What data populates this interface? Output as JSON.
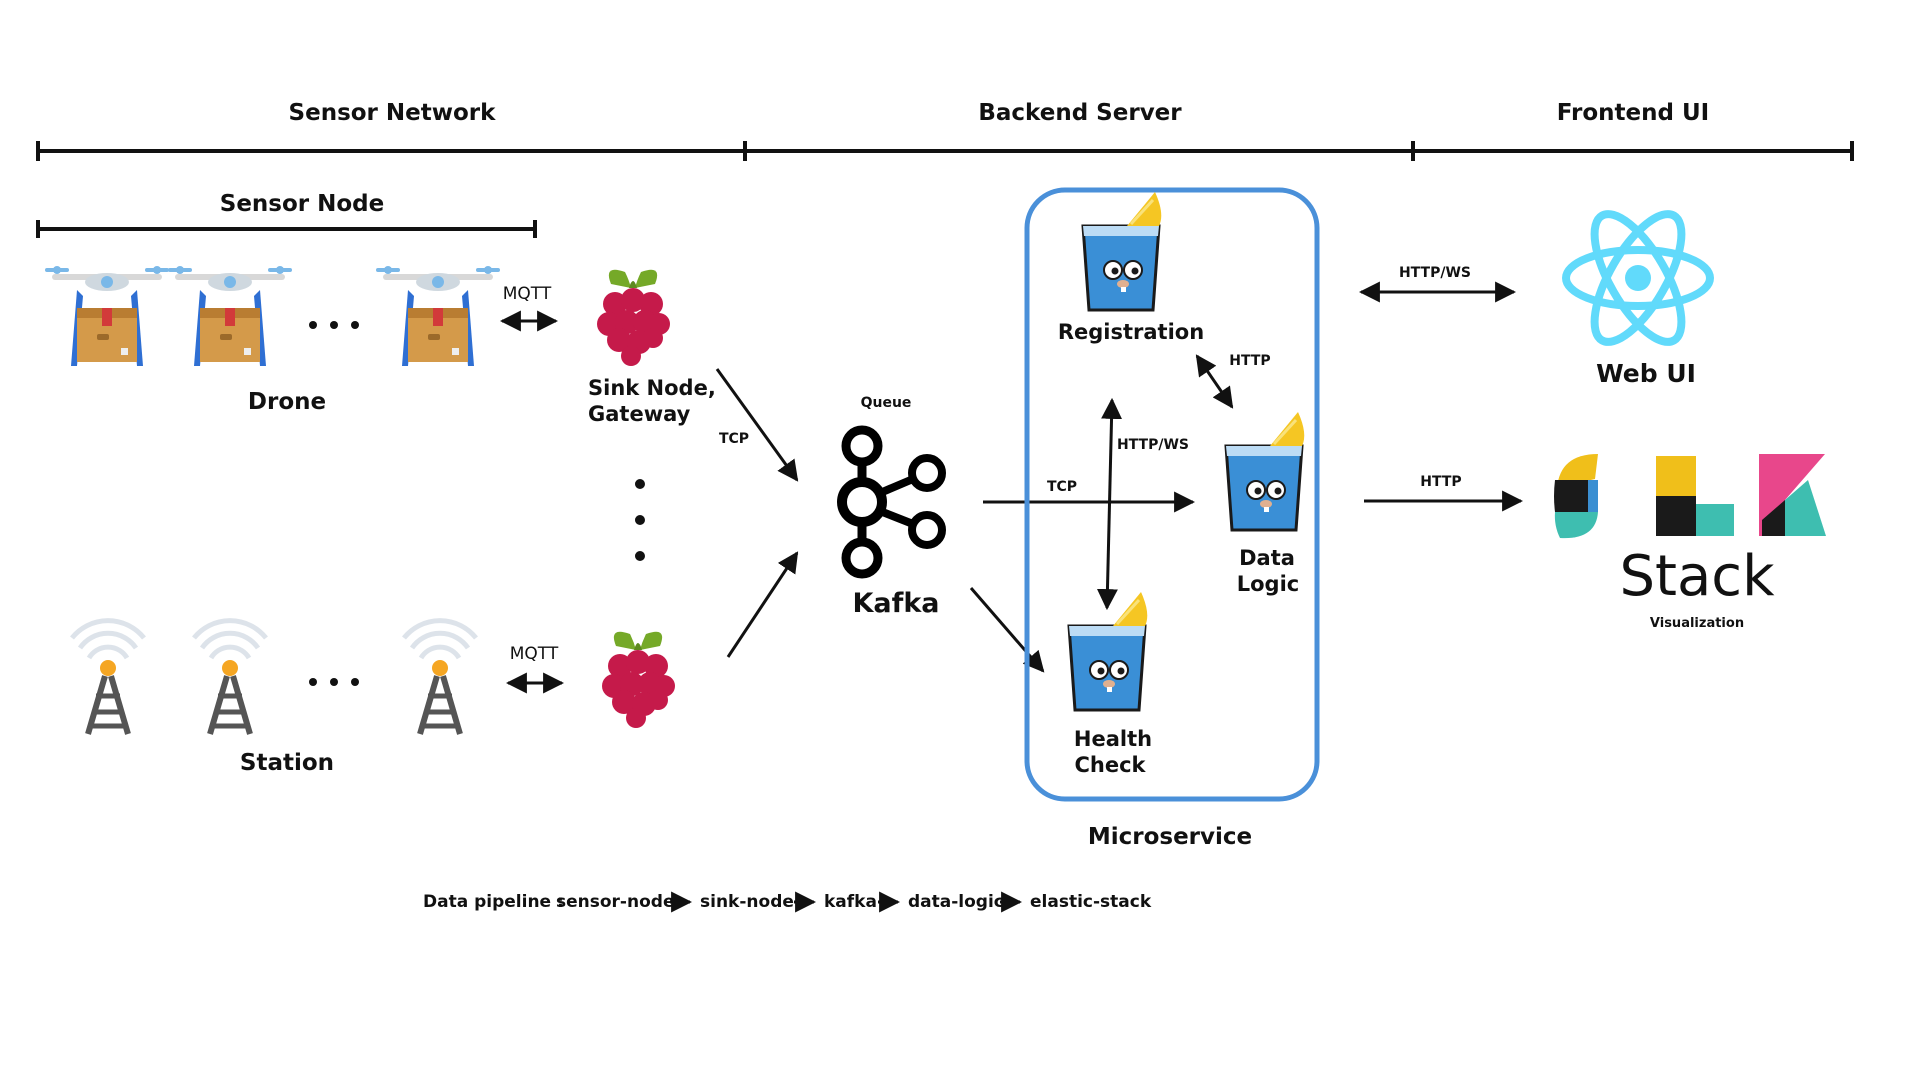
{
  "sections": {
    "sensor_network": "Sensor Network",
    "backend_server": "Backend Server",
    "frontend_ui": "Frontend UI",
    "sensor_node": "Sensor Node"
  },
  "nodes": {
    "drone": "Drone",
    "station": "Station",
    "sink_line1": "Sink Node,",
    "sink_line2": "Gateway",
    "queue": "Queue",
    "kafka": "Kafka",
    "registration": "Registration",
    "data_line1": "Data",
    "data_line2": "Logic",
    "health_line1": "Health",
    "health_line2": "Check",
    "microservice": "Microservice",
    "web_ui": "Web UI",
    "stack": "Stack",
    "visualization": "Visualization"
  },
  "edges": {
    "mqtt_drone": "MQTT",
    "mqtt_station": "MQTT",
    "tcp_sink_kafka": "TCP",
    "tcp_kafka_service": "TCP",
    "http_reg_data": "HTTP",
    "httpws_internal": "HTTP/WS",
    "httpws_web": "HTTP/WS",
    "http_elk": "HTTP"
  },
  "pipeline": {
    "label": "Data pipeline :",
    "steps": [
      "sensor-node",
      "sink-node",
      "kafka",
      "data-logic",
      "elastic-stack"
    ]
  },
  "colors": {
    "react": "#61dafb",
    "microservice_border": "#4a90d9",
    "raspberry": "#c51a4a",
    "leaf": "#75a928",
    "gopher": "#3a8fd6",
    "lemon": "#f5c623",
    "elk_yellow": "#f0bf1a",
    "elk_teal": "#3ebeb0",
    "elk_pink": "#e8478b"
  }
}
